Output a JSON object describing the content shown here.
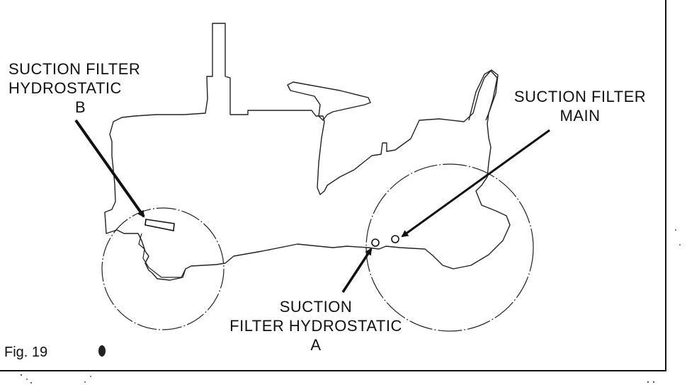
{
  "figure": {
    "caption": "Fig. 19"
  },
  "callouts": {
    "hydrostatic_b": {
      "line1": "SUCTION FILTER",
      "line2": "HYDROSTATIC",
      "line3": "B"
    },
    "main": {
      "line1": "SUCTION FILTER",
      "line2": "MAIN"
    },
    "hydrostatic_a": {
      "line1": "SUCTION",
      "line2": "FILTER HYDROSTATIC",
      "line3": "A"
    }
  },
  "colors": {
    "ink": "#111111",
    "paper": "#ffffff"
  }
}
